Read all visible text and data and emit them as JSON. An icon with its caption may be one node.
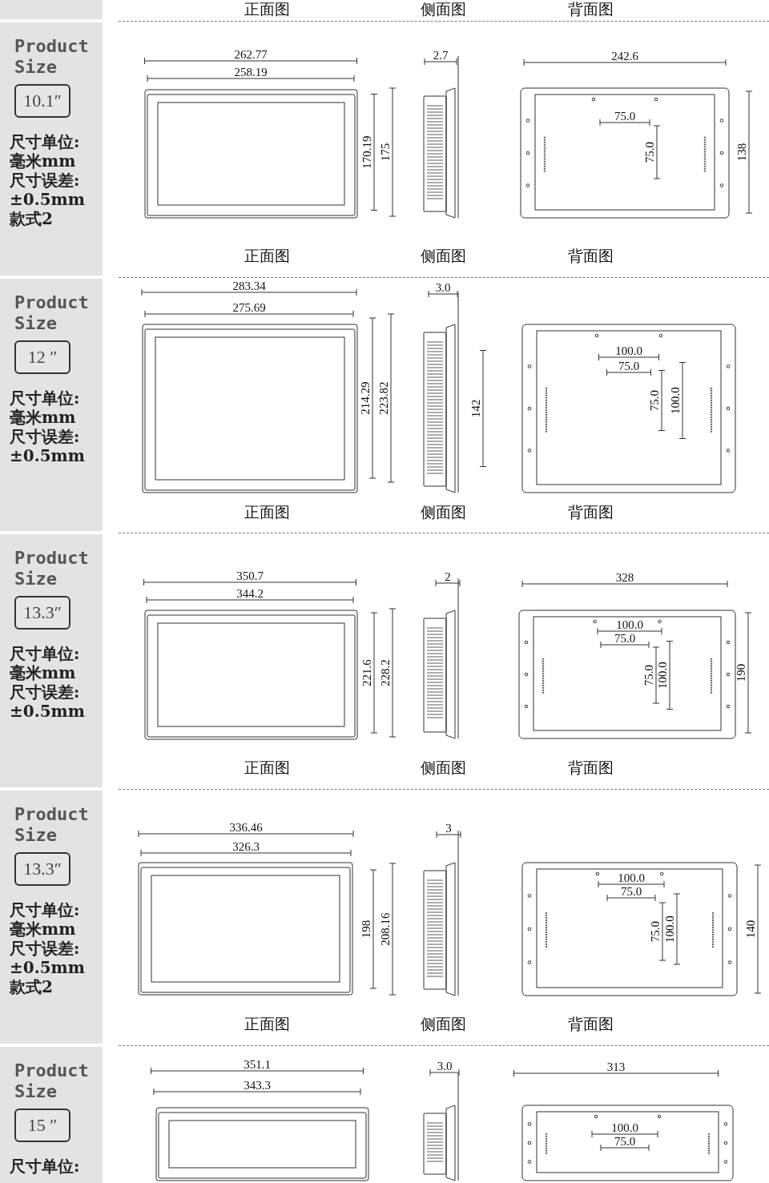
{
  "diagram": {
    "nodes": [
      {
        "text": [
          "10.1″"
        ]
      },
      {
        "text": [
          "12 ″"
        ]
      },
      {
        "text": [
          "13.3″"
        ]
      },
      {
        "text": [
          "13.3″"
        ]
      },
      {
        "text": [
          "15 ″"
        ]
      }
    ],
    "labels": [
      "正面图",
      "侧面图",
      "背面图",
      "Product Size",
      "尺寸单位:",
      "毫米mm",
      "尺寸误差:",
      "±0.5mm",
      "款式2",
      "262.77",
      "258.19",
      "170.19",
      "175",
      "2.7",
      "242.6",
      "75.0",
      "75.0",
      "138",
      "正面图",
      "侧面图",
      "背面图",
      "Product Size",
      "尺寸单位:",
      "毫米mm",
      "尺寸误差:",
      "±0.5mm",
      "283.34",
      "275.69",
      "214.29",
      "223.82",
      "3.0",
      "142",
      "100.0",
      "75.0",
      "75.0",
      "100.0",
      "正面图",
      "侧面图",
      "背面图",
      "Product Size",
      "尺寸单位:",
      "毫米mm",
      "尺寸误差:",
      "±0.5mm",
      "350.7",
      "344.2",
      "221.6",
      "228.2",
      "2",
      "328",
      "100.0",
      "75.0",
      "75.0",
      "100.0",
      "190",
      "正面图",
      "侧面图",
      "背面图",
      "Product Size",
      "尺寸单位:",
      "毫米mm",
      "尺寸误差:",
      "±0.5mm",
      "款式2",
      "336.46",
      "326.3",
      "198",
      "208.16",
      "3",
      "100.0",
      "75.0",
      "75.0",
      "100.0",
      "140",
      "正面图",
      "侧面图",
      "背面图",
      "Product Size",
      "尺寸单位:",
      "351.1",
      "343.3",
      "3.0",
      "313",
      "100.0",
      "75.0"
    ]
  }
}
